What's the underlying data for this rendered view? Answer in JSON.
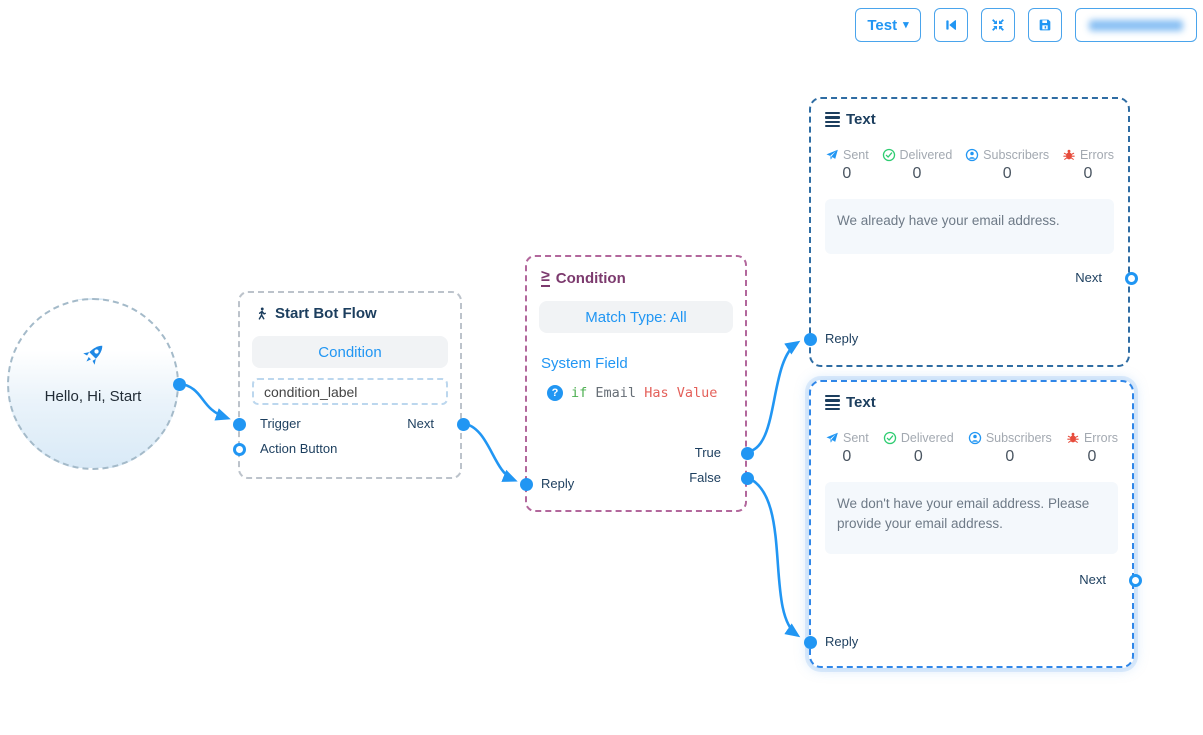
{
  "toolbar": {
    "test_button_label": "Test",
    "caret": "▾",
    "icons": {
      "skip_back": "skip-back-icon",
      "compress": "compress-icon",
      "save": "save-icon"
    }
  },
  "edges": [
    {
      "from": "start-trigger-output",
      "to": "start-bot-flow-trigger"
    },
    {
      "from": "start-bot-flow-next",
      "to": "condition-reply"
    },
    {
      "from": "condition-true",
      "to": "text-top-reply"
    },
    {
      "from": "condition-false",
      "to": "text-bottom-reply"
    }
  ],
  "nodes": {
    "trigger_circle": {
      "label": "Hello, Hi, Start",
      "icon": "rocket-icon"
    },
    "start_bot_flow": {
      "title": "Start Bot Flow",
      "icon": "walking-person-icon",
      "condition_button_label": "Condition",
      "label_input_value": "condition_label",
      "ports": {
        "trigger": "Trigger",
        "next": "Next",
        "action_button": "Action Button"
      }
    },
    "condition": {
      "title": "Condition",
      "icon": "greater-equal-icon",
      "match_type_label": "Match Type: All",
      "field_group_label": "System Field",
      "rule": {
        "keyword": "if",
        "field": "Email",
        "operator": "Has Value"
      },
      "ports": {
        "true_label": "True",
        "false_label": "False",
        "reply": "Reply"
      }
    },
    "text_top": {
      "title": "Text",
      "icon": "menu-lines-icon",
      "stats": [
        {
          "icon": "paper-plane-icon",
          "label": "Sent",
          "value": "0"
        },
        {
          "icon": "check-circle-icon",
          "label": "Delivered",
          "value": "0"
        },
        {
          "icon": "subscriber-icon",
          "label": "Subscribers",
          "value": "0"
        },
        {
          "icon": "bug-icon",
          "label": "Errors",
          "value": "0"
        }
      ],
      "message": "We already have your email address.",
      "ports": {
        "next": "Next",
        "reply": "Reply"
      }
    },
    "text_bottom": {
      "title": "Text",
      "icon": "menu-lines-icon",
      "stats": [
        {
          "icon": "paper-plane-icon",
          "label": "Sent",
          "value": "0"
        },
        {
          "icon": "check-circle-icon",
          "label": "Delivered",
          "value": "0"
        },
        {
          "icon": "subscriber-icon",
          "label": "Subscribers",
          "value": "0"
        },
        {
          "icon": "bug-icon",
          "label": "Errors",
          "value": "0"
        }
      ],
      "message": "We don't have your email address. Please provide your email address.",
      "ports": {
        "next": "Next",
        "reply": "Reply"
      }
    }
  },
  "colors": {
    "accent": "#2196f3",
    "navy": "#1c3e5e",
    "condition_purple": "#7c3a6e",
    "green": "#2ecc71",
    "red": "#e74c3c",
    "edge": "#2196f3",
    "message_bg": "#f4f8fc"
  }
}
